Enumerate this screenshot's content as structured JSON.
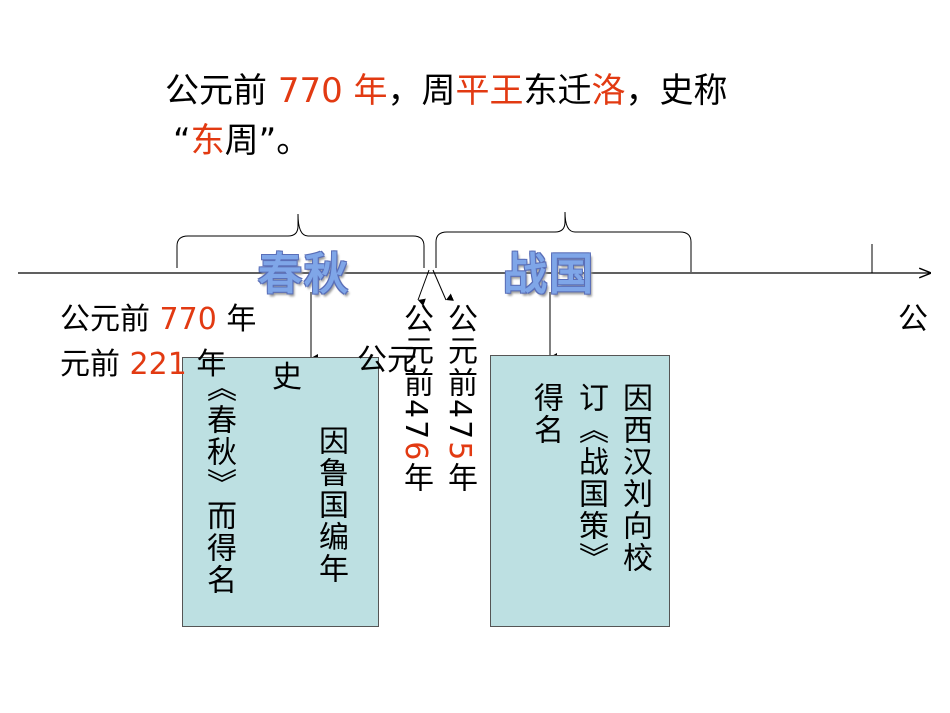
{
  "title": {
    "line1": [
      {
        "text": "公元前 ",
        "red": false
      },
      {
        "text": "770 年",
        "red": true
      },
      {
        "text": "，周",
        "red": false
      },
      {
        "text": "平王",
        "red": true
      },
      {
        "text": "东迁",
        "red": false
      },
      {
        "text": "洛",
        "red": true
      },
      {
        "text": "，史称",
        "red": false
      }
    ],
    "line2": [
      {
        "text": "“",
        "red": false
      },
      {
        "text": "东",
        "red": true
      },
      {
        "text": "周”。",
        "red": false
      }
    ]
  },
  "periods": {
    "chunqiu": "春秋",
    "zhanguo": "战国"
  },
  "labels": {
    "start_line1": [
      {
        "text": "公元前 ",
        "red": false
      },
      {
        "text": "770",
        "red": true
      },
      {
        "text": " 年",
        "red": false
      }
    ],
    "start_line2": [
      {
        "text": "元前 ",
        "red": false
      },
      {
        "text": "221",
        "red": true
      },
      {
        "text": " 年",
        "red": false
      }
    ],
    "mid_overlap": "公元",
    "end_right": "公"
  },
  "vertical_476": {
    "prefix": "公元前",
    "num_black": "47",
    "num_red": "6",
    "suffix": "年"
  },
  "vertical_475": {
    "prefix": "公元前",
    "num_black": "47",
    "num_red": "5",
    "suffix": "年"
  },
  "box_chunqiu": {
    "top_char": "史",
    "col_right": "因鲁国编年",
    "col_left": "《春秋》而得名"
  },
  "box_zhanguo": {
    "col_right": "因西汉刘向校",
    "col_mid": "订《战国策》",
    "col_left": "得名"
  },
  "colors": {
    "accent_red": "#e23a12",
    "box_fill": "#bde0e2",
    "period_text": "#7fa6e8"
  }
}
